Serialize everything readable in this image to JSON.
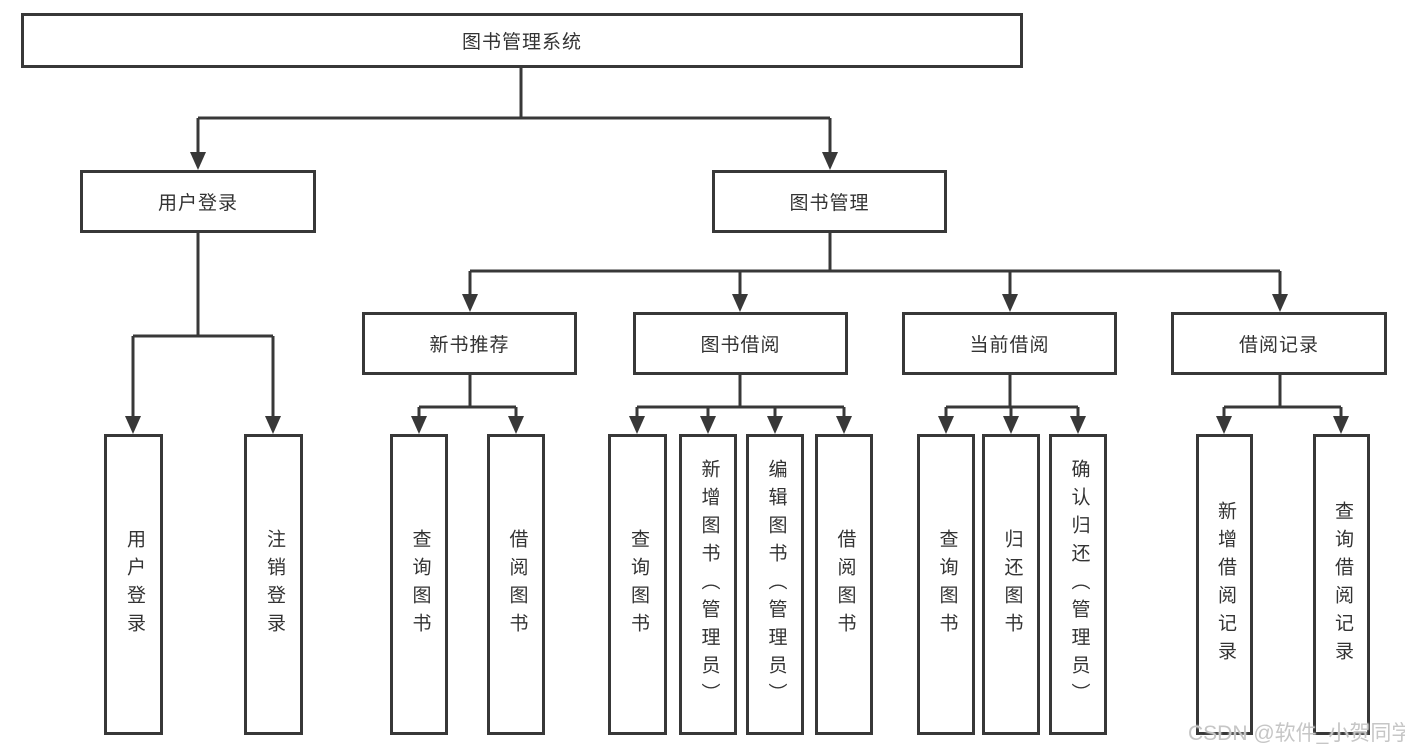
{
  "diagram": {
    "root": {
      "label": "图书管理系统"
    },
    "level2": [
      {
        "id": "user-login",
        "label": "用户登录"
      },
      {
        "id": "book-management",
        "label": "图书管理"
      }
    ],
    "level3": [
      {
        "id": "new-book-recommend",
        "label": "新书推荐",
        "parent": "图书管理"
      },
      {
        "id": "book-borrowing",
        "label": "图书借阅",
        "parent": "图书管理"
      },
      {
        "id": "current-borrowing",
        "label": "当前借阅",
        "parent": "图书管理"
      },
      {
        "id": "borrowing-records",
        "label": "借阅记录",
        "parent": "图书管理"
      }
    ],
    "leaves": [
      {
        "label": "用户登录",
        "parent": "用户登录"
      },
      {
        "label": "注销登录",
        "parent": "用户登录"
      },
      {
        "label": "查询图书",
        "parent": "新书推荐"
      },
      {
        "label": "借阅图书",
        "parent": "新书推荐"
      },
      {
        "label": "查询图书",
        "parent": "图书借阅"
      },
      {
        "label": "新增图书（管理员）",
        "parent": "图书借阅"
      },
      {
        "label": "编辑图书（管理员）",
        "parent": "图书借阅"
      },
      {
        "label": "借阅图书",
        "parent": "图书借阅"
      },
      {
        "label": "查询图书",
        "parent": "当前借阅"
      },
      {
        "label": "归还图书",
        "parent": "当前借阅"
      },
      {
        "label": "确认归还（管理员）",
        "parent": "当前借阅"
      },
      {
        "label": "新增借阅记录",
        "parent": "借阅记录"
      },
      {
        "label": "查询借阅记录",
        "parent": "借阅记录"
      }
    ]
  },
  "watermark": {
    "text": "CSDN @软件_小贺同学"
  },
  "colors": {
    "line": "#383838",
    "box_border": "#383838",
    "text": "#333333",
    "watermark": "#c6c6c6",
    "background": "#ffffff"
  }
}
